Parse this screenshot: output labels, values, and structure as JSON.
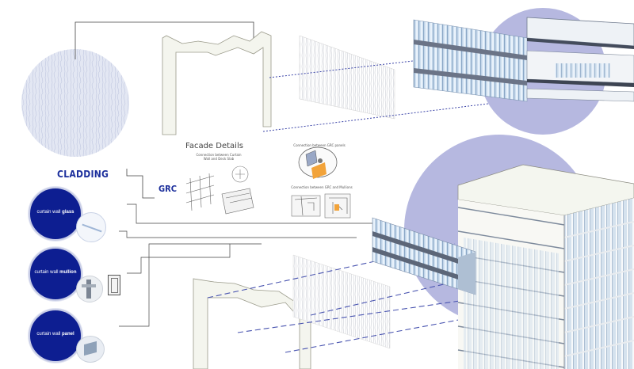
{
  "labels": {
    "cladding": "CLADDING",
    "grc": "GRC",
    "facade_details": "Facade Details",
    "detail_1": "Connection between Curtain Wall and Deck Slab",
    "detail_2": "Connection between GRC panels",
    "detail_3": "Connection between GRC and Mullions"
  },
  "badges": [
    {
      "light": "curtain wall",
      "bold": "glass"
    },
    {
      "light": "curtain wall",
      "bold": "mullion"
    },
    {
      "light": "curtain wall",
      "bold": "panel"
    }
  ],
  "colors": {
    "accent": "#0d1e91",
    "lavender": "#b6b8e0",
    "dashed": "#4a55b0",
    "glass": "#bfd4ea"
  }
}
